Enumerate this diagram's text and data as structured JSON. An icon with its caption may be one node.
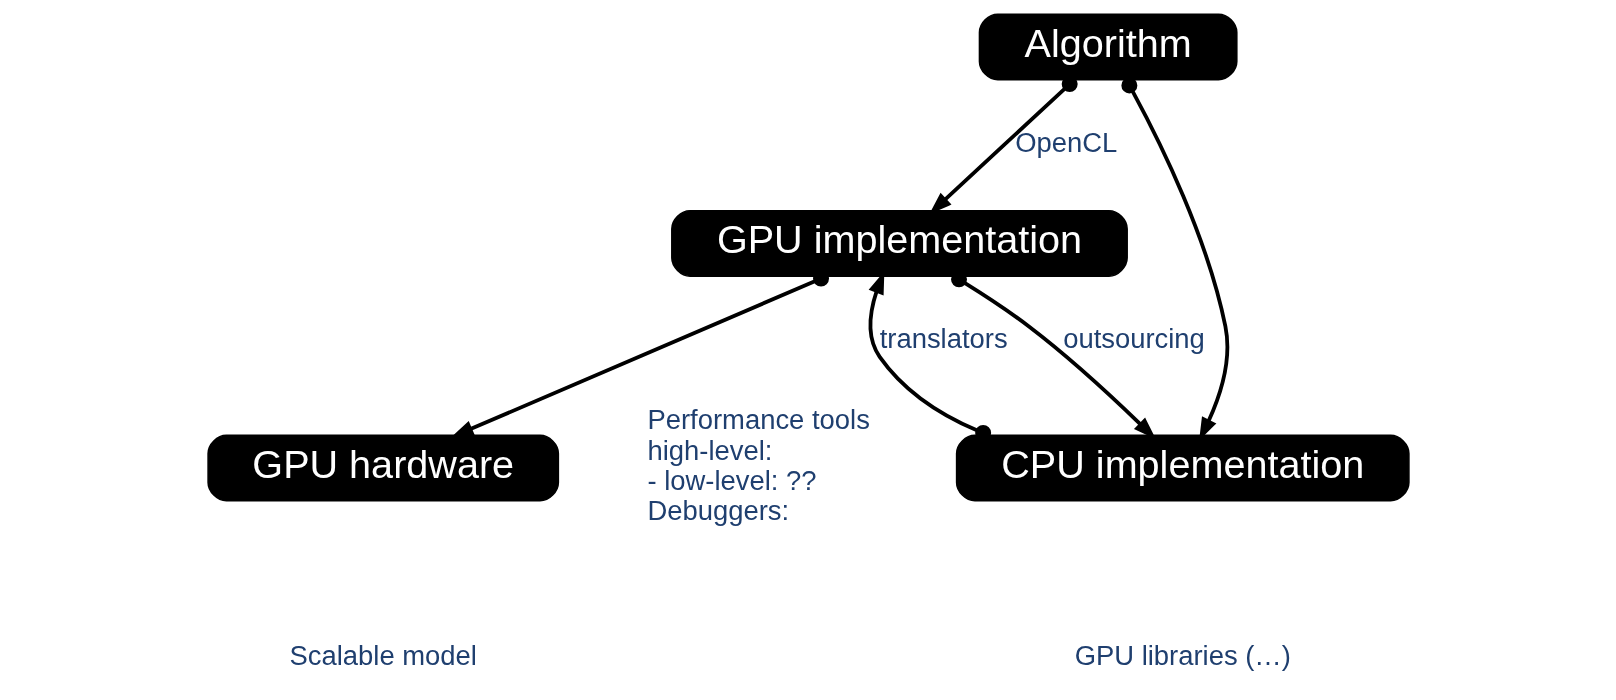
{
  "diagram": {
    "nodes": [
      {
        "text": [
          "Algorithm"
        ]
      },
      {
        "text": [
          "GPU implementation"
        ]
      },
      {
        "text": [
          "CPU implementation"
        ]
      },
      {
        "text": [
          "GPU hardware"
        ]
      }
    ],
    "edges": [
      {
        "from": 0,
        "to": 1,
        "arrow": "to",
        "label": "OpenCL"
      },
      {
        "from": 0,
        "to": 2,
        "arrow": "to"
      },
      {
        "from": 1,
        "to": 2,
        "arrow": "to",
        "label": "outsourcing"
      },
      {
        "from": 2,
        "to": 1,
        "arrow": "to",
        "label": "translators"
      },
      {
        "from": 1,
        "to": 3,
        "arrow": "to"
      }
    ],
    "labels": [
      "Performance tools",
      "high-level:",
      "- low-level: ??",
      "Debuggers:",
      "GPU libraries (…)",
      "Scalable model"
    ]
  }
}
